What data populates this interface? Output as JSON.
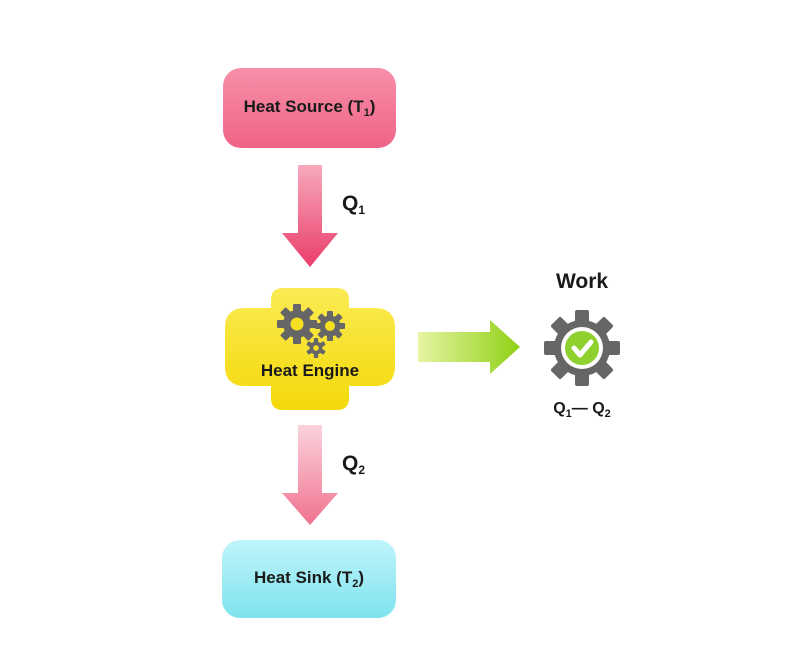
{
  "nodes": {
    "source": {
      "label": "Heat Source (T",
      "sub": "1",
      "close": ")"
    },
    "engine": {
      "label": "Heat Engine"
    },
    "sink": {
      "label": "Heat Sink (T",
      "sub": "2",
      "close": ")"
    },
    "work": {
      "label": "Work"
    }
  },
  "flows": {
    "q1": {
      "label": "Q",
      "sub": "1"
    },
    "q2": {
      "label": "Q",
      "sub": "2"
    },
    "work_eq": {
      "q1": "Q",
      "q1_sub": "1",
      "dash": "— ",
      "q2": "Q",
      "q2_sub": "2"
    }
  },
  "icons": {
    "engine": "gears-icon",
    "work": "gear-check-icon"
  },
  "colors": {
    "source": "#ef6486",
    "engine": "#f8e21b",
    "sink": "#7fe3ee",
    "q1_arrow": "#ec4c74",
    "q2_arrow": "#f28aa2",
    "work_arrow": "#9fd81b",
    "gear": "#666666",
    "check": "#8ed12f"
  }
}
